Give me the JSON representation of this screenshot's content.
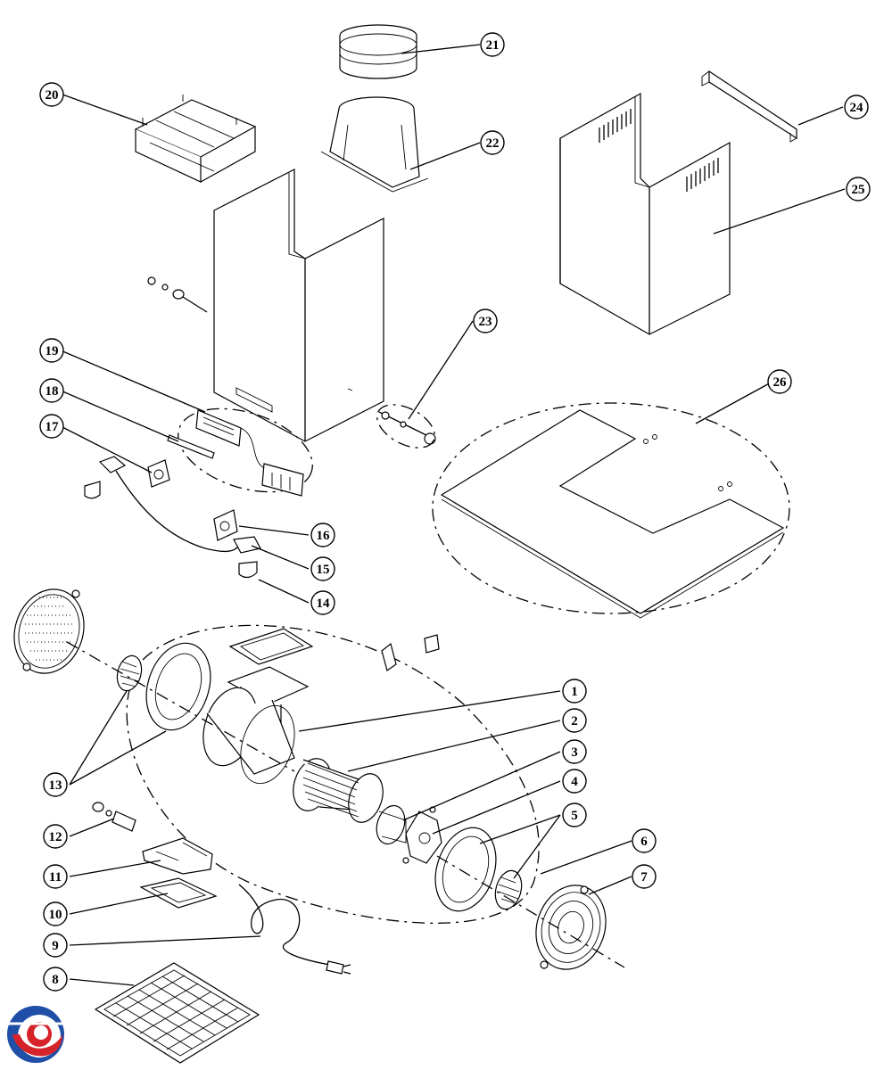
{
  "diagram": {
    "type": "exploded-parts-diagram",
    "callouts": [
      {
        "id": "1",
        "label": "1"
      },
      {
        "id": "2",
        "label": "2"
      },
      {
        "id": "3",
        "label": "3"
      },
      {
        "id": "4",
        "label": "4"
      },
      {
        "id": "5",
        "label": "5"
      },
      {
        "id": "6",
        "label": "6"
      },
      {
        "id": "7",
        "label": "7"
      },
      {
        "id": "8",
        "label": "8"
      },
      {
        "id": "9",
        "label": "9"
      },
      {
        "id": "10",
        "label": "10"
      },
      {
        "id": "11",
        "label": "11"
      },
      {
        "id": "12",
        "label": "12"
      },
      {
        "id": "13",
        "label": "13"
      },
      {
        "id": "14",
        "label": "14"
      },
      {
        "id": "15",
        "label": "15"
      },
      {
        "id": "16",
        "label": "16"
      },
      {
        "id": "17",
        "label": "17"
      },
      {
        "id": "18",
        "label": "18"
      },
      {
        "id": "19",
        "label": "19"
      },
      {
        "id": "20",
        "label": "20"
      },
      {
        "id": "21",
        "label": "21"
      },
      {
        "id": "22",
        "label": "22"
      },
      {
        "id": "23",
        "label": "23"
      },
      {
        "id": "24",
        "label": "24"
      },
      {
        "id": "25",
        "label": "25"
      },
      {
        "id": "26",
        "label": "26"
      }
    ],
    "logo": {
      "name": "brand-logo",
      "colors": [
        "#1f4fa6",
        "#d6232a"
      ]
    }
  }
}
